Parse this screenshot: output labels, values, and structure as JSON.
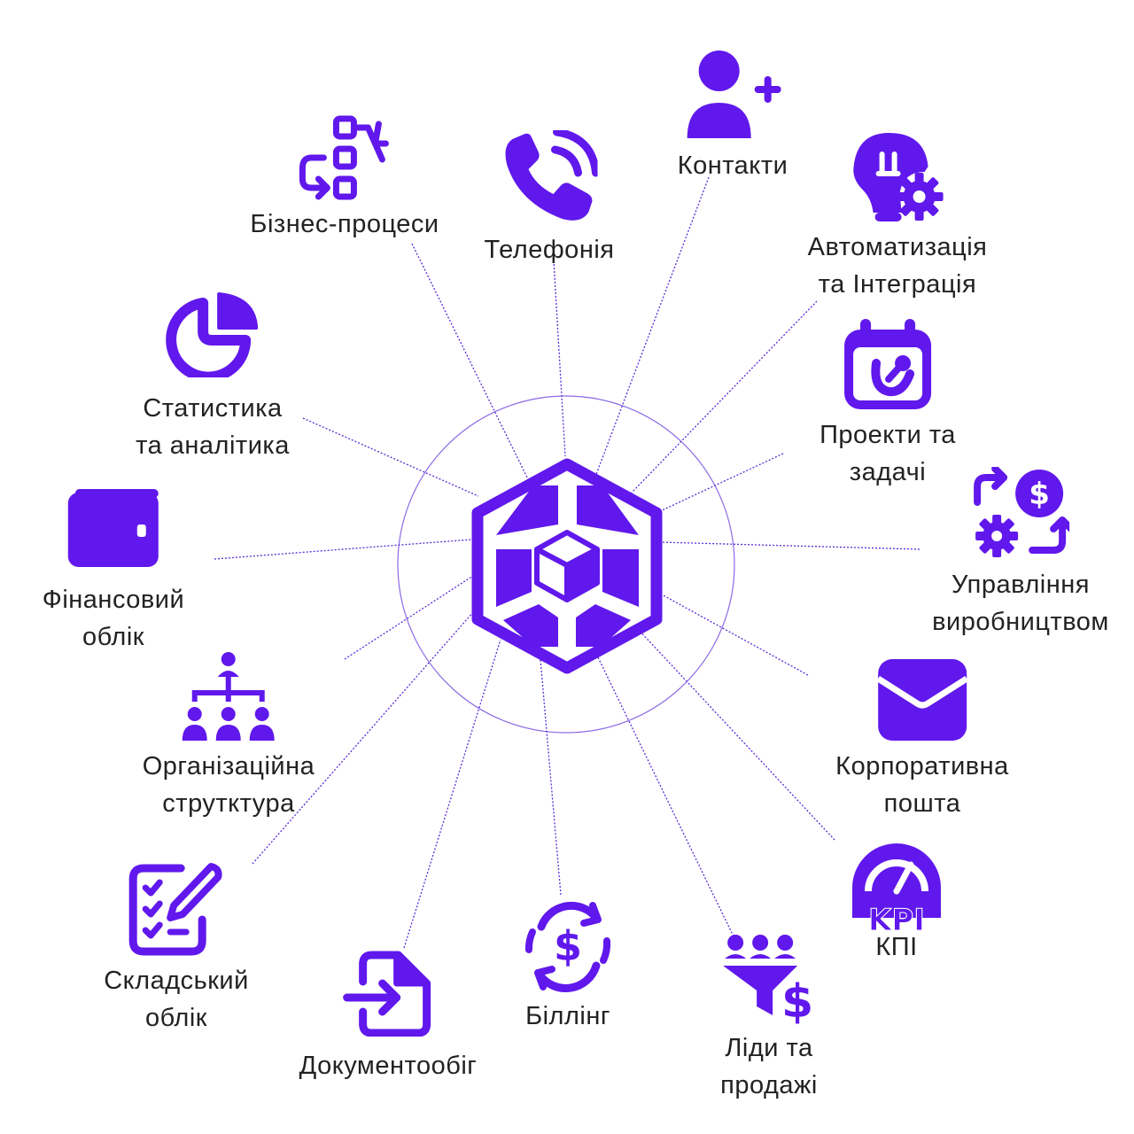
{
  "colors": {
    "accent": "#6018EC",
    "line": "#5A2BD8",
    "text": "#222222"
  },
  "hub": {
    "icon": "cube-hexagon-logo-icon"
  },
  "modules": [
    {
      "id": "contacts",
      "label": "Контакти",
      "icon": "user-plus-icon"
    },
    {
      "id": "telephony",
      "label": "Телефонія",
      "icon": "phone-ringing-icon"
    },
    {
      "id": "business-processes",
      "label": "Бізнес-процеси",
      "icon": "workflow-icon"
    },
    {
      "id": "automation",
      "label": "Автоматизація\nта Інтеграція",
      "icon": "bulb-gear-icon"
    },
    {
      "id": "projects",
      "label": "Проекти та\nзадачі",
      "icon": "calendar-task-icon"
    },
    {
      "id": "production",
      "label": "Управління\nвиробництвом",
      "icon": "gear-dollar-cycle-icon"
    },
    {
      "id": "mail",
      "label": "Корпоративна\nпошта",
      "icon": "envelope-icon"
    },
    {
      "id": "kpi",
      "label": "КПІ",
      "icon": "kpi-gauge-icon"
    },
    {
      "id": "leads",
      "label": "Ліди та\nпродажі",
      "icon": "funnel-dollar-icon"
    },
    {
      "id": "billing",
      "label": "Біллінг",
      "icon": "dollar-cycle-icon"
    },
    {
      "id": "documents",
      "label": "Документообіг",
      "icon": "document-arrow-icon"
    },
    {
      "id": "warehouse",
      "label": "Складський\nоблік",
      "icon": "checklist-pen-icon"
    },
    {
      "id": "org-structure",
      "label": "Організаційна\nструтктура",
      "icon": "org-chart-icon"
    },
    {
      "id": "finance",
      "label": "Фінансовий\nоблік",
      "icon": "wallet-icon"
    },
    {
      "id": "statistics",
      "label": "Статистика\nта аналітика",
      "icon": "pie-chart-icon"
    }
  ]
}
